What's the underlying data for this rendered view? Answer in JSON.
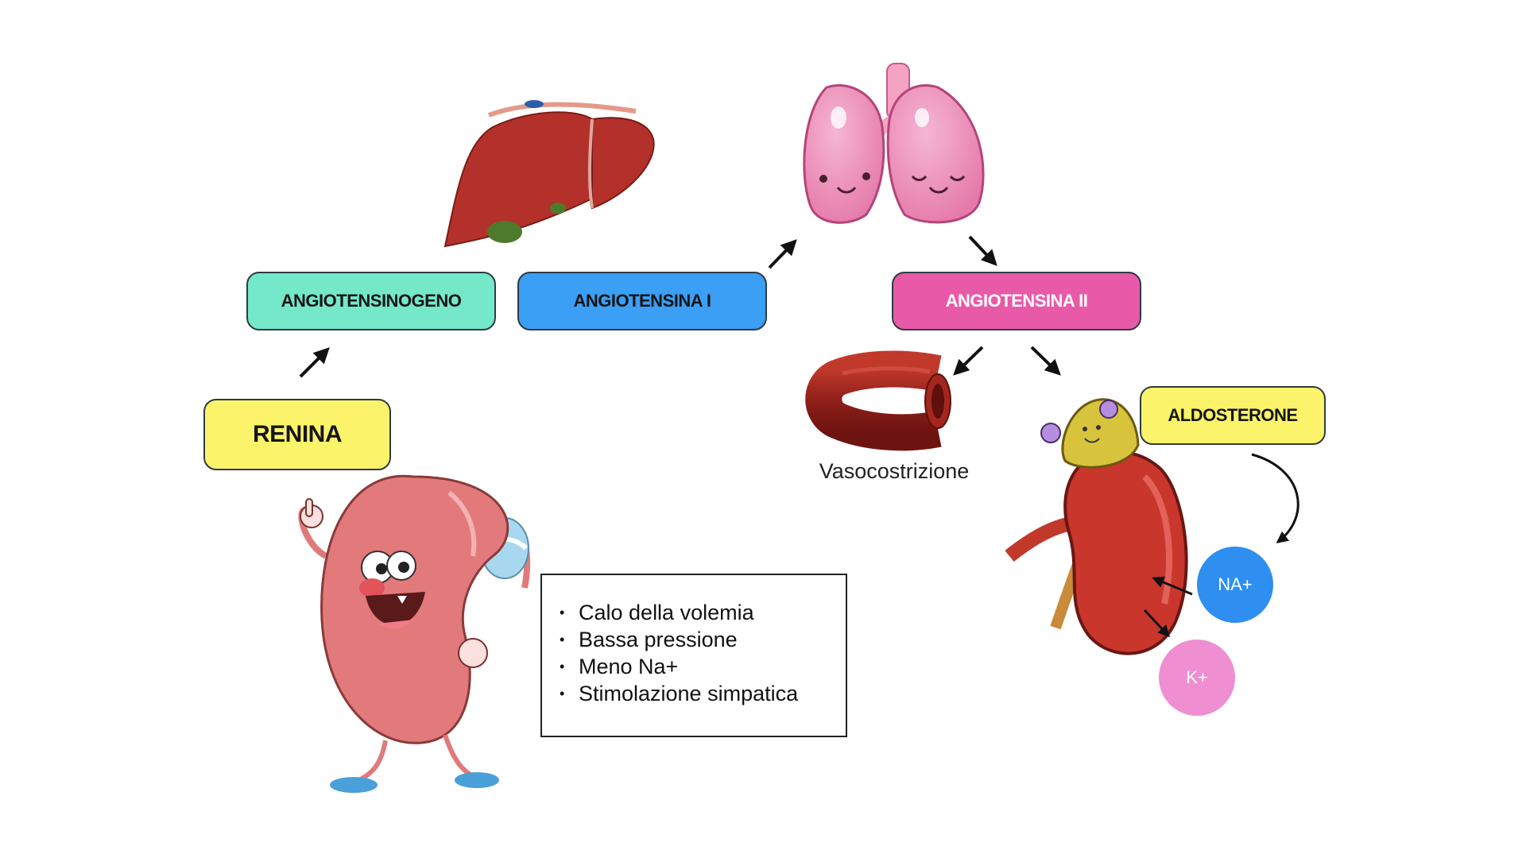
{
  "diagram": {
    "boxes": {
      "angiotensinogeno": {
        "label": "ANGIOTENSINOGENO",
        "color": "#74e8c8"
      },
      "angiotensina_1": {
        "label": "ANGIOTENSINA I",
        "color": "#3a9ff5"
      },
      "angiotensina_2": {
        "label": "ANGIOTENSINA II",
        "color": "#e85aa8"
      },
      "renina": {
        "label": "RENINA",
        "color": "#fbf46a"
      },
      "aldosterone": {
        "label": "ALDOSTERONE",
        "color": "#fbf46a"
      }
    },
    "causes": [
      "Calo della volemia",
      "Bassa pressione",
      "Meno Na+",
      "Stimolazione simpatica"
    ],
    "vaso_caption": "Vasocostrizione",
    "ions": {
      "na": {
        "label": "NA+",
        "color": "#2e8ff0"
      },
      "k": {
        "label": "K+",
        "color": "#ef8ed0"
      }
    },
    "illustrations": [
      "kidney-character",
      "liver",
      "lungs-character",
      "blood-vessel",
      "kidney-with-adrenal-gland"
    ]
  }
}
